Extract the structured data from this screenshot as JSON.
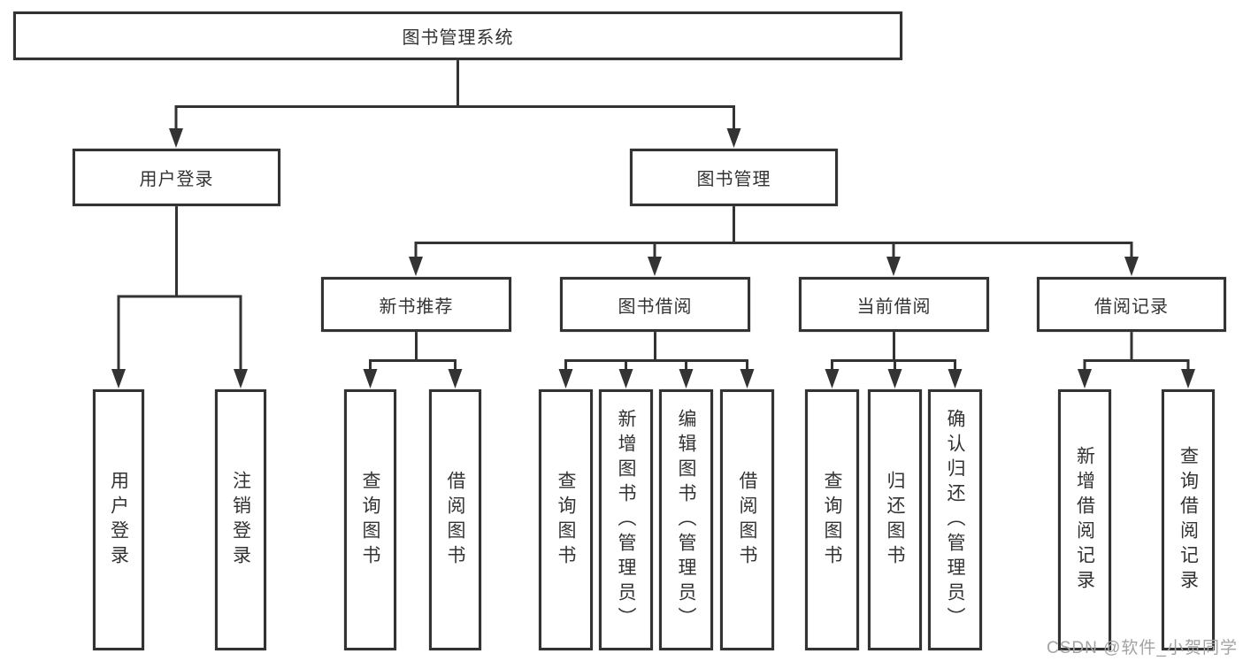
{
  "tree": {
    "root": "图书管理系统",
    "branches": [
      {
        "label": "用户登录",
        "children": [
          "用户登录",
          "注销登录"
        ]
      },
      {
        "label": "图书管理",
        "groups": [
          {
            "label": "新书推荐",
            "children": [
              "查询图书",
              "借阅图书"
            ]
          },
          {
            "label": "图书借阅",
            "children": [
              "查询图书",
              "新增图书（管理员）",
              "编辑图书（管理员）",
              "借阅图书"
            ]
          },
          {
            "label": "当前借阅",
            "children": [
              "查询图书",
              "归还图书",
              "确认归还（管理员）"
            ]
          },
          {
            "label": "借阅记录",
            "children": [
              "新增借阅记录",
              "查询借阅记录"
            ]
          }
        ]
      }
    ]
  },
  "colors": {
    "line": "#333333",
    "text": "#333333",
    "box_background": "#ffffff",
    "watermark": "#a3a3a3"
  },
  "watermark": "CSDN @软件_小贺同学"
}
